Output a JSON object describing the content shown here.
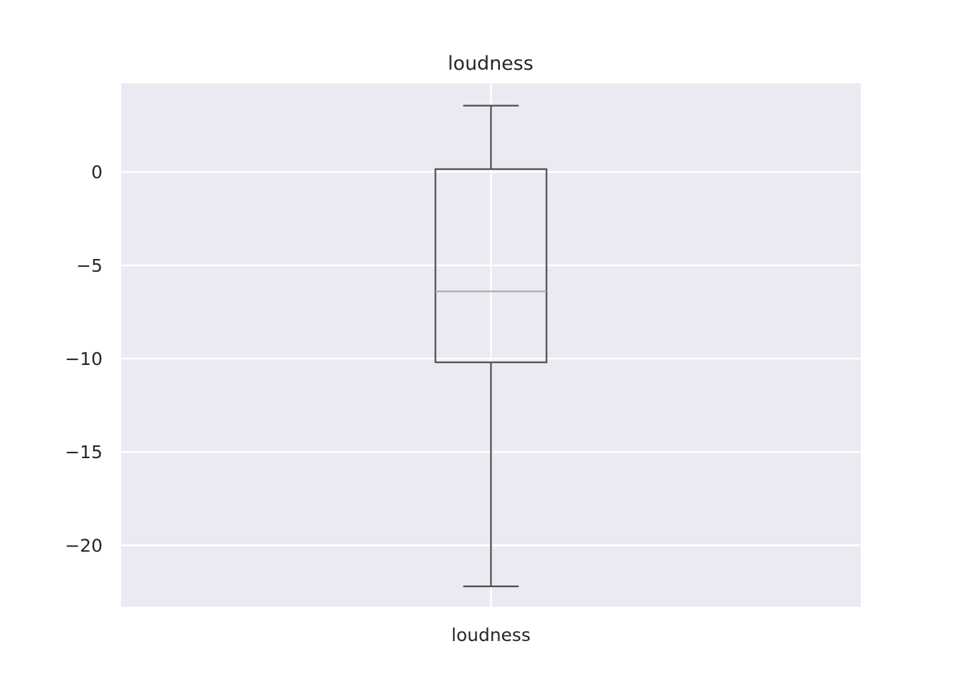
{
  "chart_data": {
    "type": "box",
    "title": "loudness",
    "xlabel": "",
    "ylabel": "",
    "categories": [
      "loudness"
    ],
    "series": [
      {
        "whisker_low": -22.2,
        "q1": -10.2,
        "median": -6.4,
        "q3": 0.15,
        "whisker_high": 3.55
      }
    ],
    "ylim": [
      -23.3,
      4.75
    ],
    "yticks": [
      0,
      -5,
      -10,
      -15,
      -20
    ],
    "ytick_labels": [
      "0",
      "−5",
      "−10",
      "−15",
      "−20"
    ],
    "grid": true,
    "colors": {
      "background": "#eaeaf2",
      "grid": "#ffffff",
      "box": "#4a4a4a",
      "median": "#a8a8a8",
      "text": "#262626"
    }
  }
}
